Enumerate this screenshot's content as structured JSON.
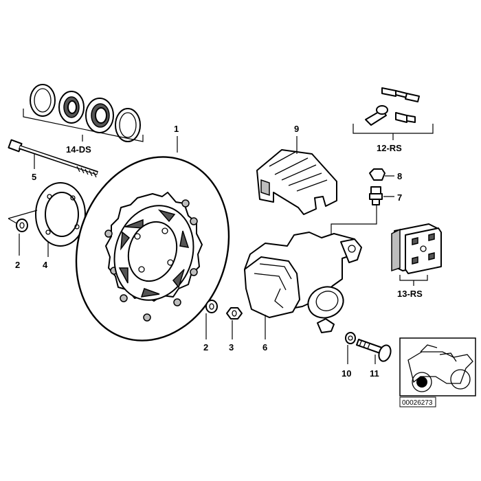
{
  "labels": {
    "p1": "1",
    "p2a": "2",
    "p2b": "2",
    "p3": "3",
    "p4": "4",
    "p5": "5",
    "p6": "6",
    "p7": "7",
    "p8": "8",
    "p9": "9",
    "p10": "10",
    "p11": "11",
    "p12": "12-RS",
    "p13": "13-RS",
    "p14": "14-DS"
  },
  "diagram_code": "00026273"
}
